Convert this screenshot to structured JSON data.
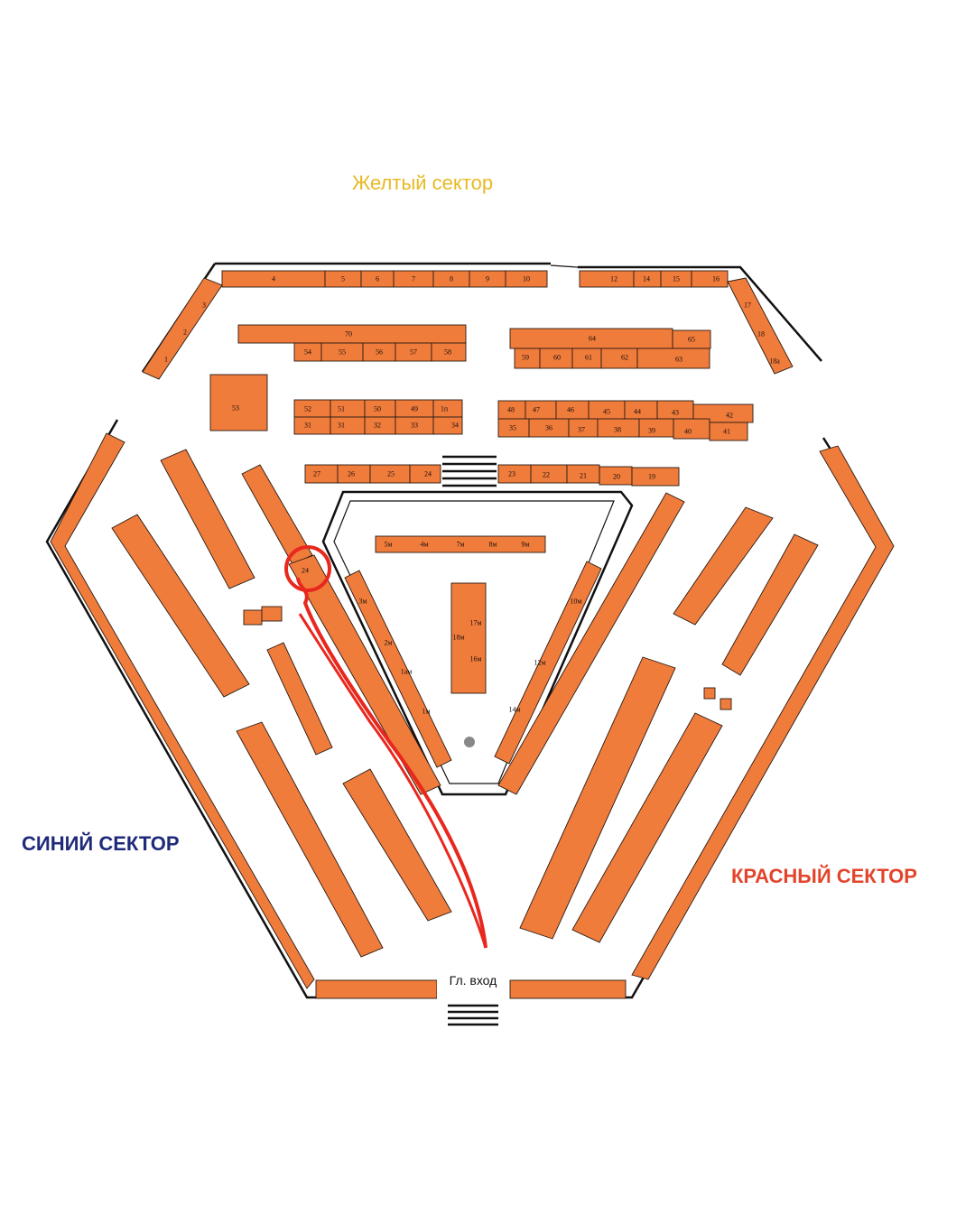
{
  "sectors": {
    "yellow": "Желтый сектор",
    "blue": "СИНИЙ СЕКТОР",
    "red": "КРАСНЫЙ СЕКТОР",
    "entrance": "Гл. вход"
  },
  "colors": {
    "stall": "#f07c3c",
    "yellow_sector": "#e8b923",
    "blue_sector": "#1f2a7a",
    "red_sector": "#e2452b",
    "route": "#e8281e"
  },
  "highlighted_stall": "24",
  "stalls": {
    "top_wall": [
      "4",
      "5",
      "6",
      "7",
      "8",
      "9",
      "10",
      "12",
      "14",
      "15",
      "16"
    ],
    "row_70": [
      "70",
      "54",
      "55",
      "56",
      "57",
      "58"
    ],
    "row_64": [
      "64",
      "65",
      "59",
      "60",
      "61",
      "62",
      "63"
    ],
    "block_53": "53",
    "row_52": [
      "52",
      "51",
      "50",
      "49",
      "1п",
      "31",
      "31",
      "32",
      "33",
      "34"
    ],
    "row_48": [
      "48",
      "47",
      "46",
      "45",
      "44",
      "43",
      "42",
      "35",
      "36",
      "37",
      "38",
      "39",
      "40",
      "41"
    ],
    "row_27": [
      "27",
      "26",
      "25",
      "24",
      "23",
      "22",
      "21",
      "20",
      "19"
    ],
    "left_top_wall": [
      "1",
      "2",
      "3"
    ],
    "right_top_wall": [
      "17",
      "18",
      "18а"
    ],
    "inner_m": [
      "5м",
      "4м",
      "7м",
      "8м",
      "9м",
      "17м",
      "18м",
      "16м",
      "3м",
      "2м",
      "1ам",
      "1м",
      "10м",
      "12м",
      "14м"
    ]
  }
}
